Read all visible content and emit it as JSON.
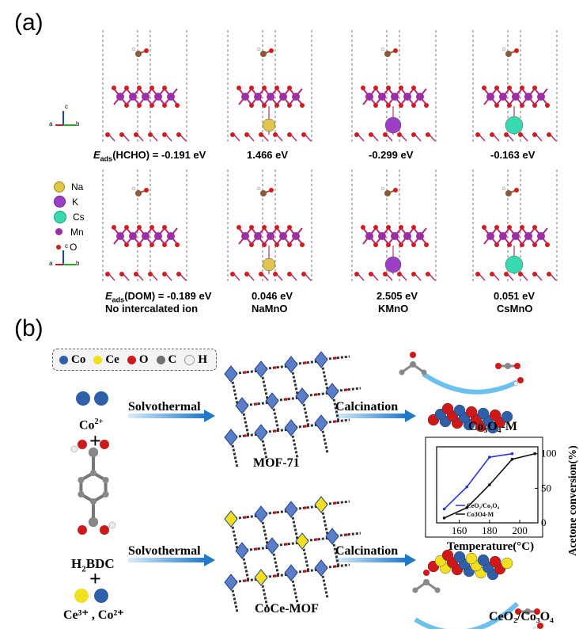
{
  "panel_a": {
    "label": "(a)",
    "row1_energies": [
      "E|ads|(HCHO) = -0.191 eV",
      "1.466 eV",
      "-0.299 eV",
      "-0.163 eV"
    ],
    "row2_energies": [
      "E|ads|(DOM) = -0.189 eV",
      "0.046 eV",
      "2.505 eV",
      "0.051 eV"
    ],
    "systems": [
      "No intercalated ion",
      "NaMnO",
      "KMnO",
      "CsMnO"
    ],
    "legend": [
      {
        "label": "Na",
        "color": "#e0c64a"
      },
      {
        "label": "K",
        "color": "#9b3fc4"
      },
      {
        "label": "Cs",
        "color": "#38d9b0"
      },
      {
        "label": "Mn",
        "color": "#9a2fa8"
      },
      {
        "label": "O",
        "color": "#d21c1c"
      }
    ],
    "axis_labels": {
      "c": "c",
      "a": "a",
      "b": "b"
    }
  },
  "panel_b": {
    "label": "(b)",
    "key": [
      {
        "label": "Co",
        "color": "#2f5fa8"
      },
      {
        "label": "Ce",
        "color": "#f0e020"
      },
      {
        "label": "O",
        "color": "#d01818"
      },
      {
        "label": "C",
        "color": "#707070"
      },
      {
        "label": "H",
        "color": "#f2f2f2"
      }
    ],
    "co_ion": "Co",
    "co_ion_charge": "2+",
    "plus": "+",
    "ligand_main": "H",
    "ligand_sub": "2",
    "ligand_rest": "BDC",
    "mixed_ions": "Ce³⁺ , Co²⁺",
    "steps": {
      "solvothermal": "Solvothermal",
      "calcination": "Calcination"
    },
    "mof1": "MOF-71",
    "mof2": "CoCe-MOF",
    "product1": "Co₃O₄-M",
    "product2": "CeO₂/Co₃O₄"
  },
  "chart_data": {
    "type": "line",
    "xlabel": "Temperature(°C)",
    "ylabel": "Acetone conversion(%)",
    "x_ticks": [
      160,
      180,
      200
    ],
    "y_ticks": [
      0,
      50,
      100
    ],
    "xlim": [
      145,
      212
    ],
    "ylim": [
      0,
      110
    ],
    "series": [
      {
        "name": "CeO₂/Co₃O₄",
        "color": "#2a32d8",
        "x": [
          150,
          165,
          180,
          195
        ],
        "y": [
          20,
          52,
          95,
          100
        ]
      },
      {
        "name": "Co3O4-M",
        "color": "#111111",
        "x": [
          150,
          165,
          180,
          195,
          210
        ],
        "y": [
          7,
          22,
          55,
          92,
          100
        ]
      }
    ]
  }
}
